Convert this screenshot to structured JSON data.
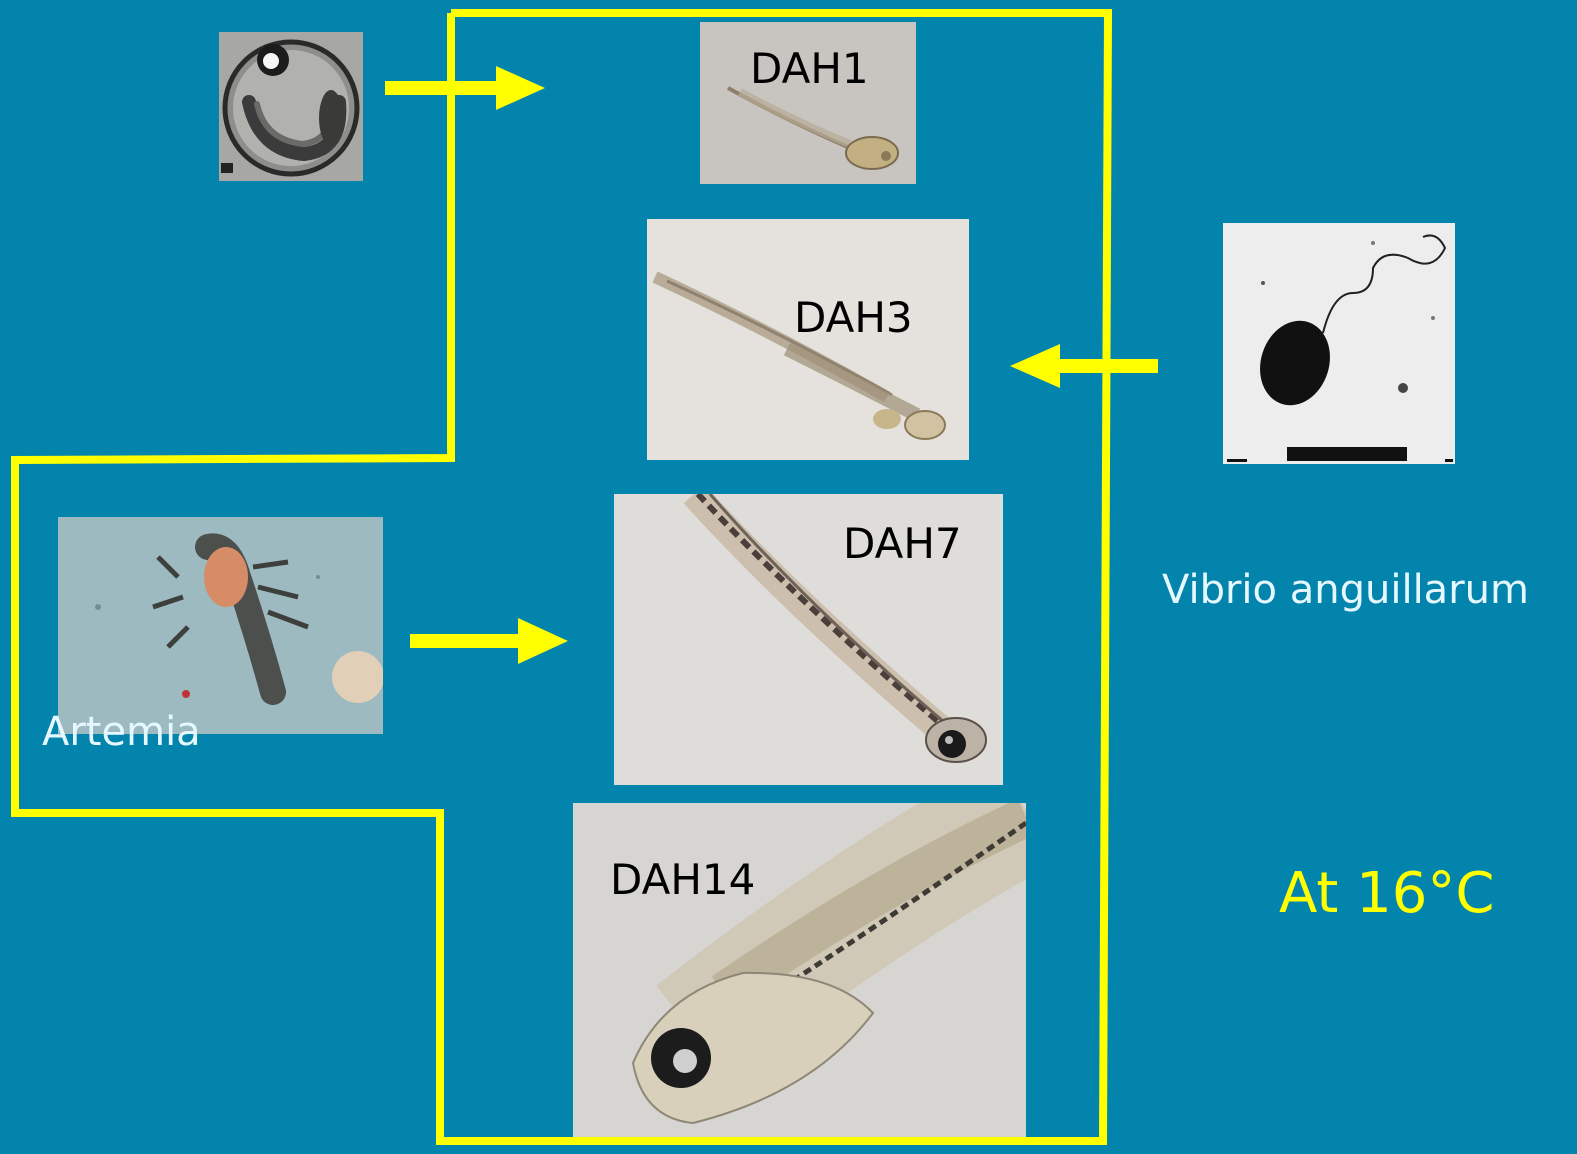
{
  "stages": [
    {
      "label": "DAH1"
    },
    {
      "label": "DAH3"
    },
    {
      "label": "DAH7"
    },
    {
      "label": "DAH14"
    }
  ],
  "inputs": {
    "artemia_label": "Artemia",
    "vibrio_label": "Vibrio anguillarum"
  },
  "temperature": "At 16°C",
  "colors": {
    "background": "#0284ad",
    "accent": "#ffff00",
    "side_text": "#e6f8ff"
  }
}
